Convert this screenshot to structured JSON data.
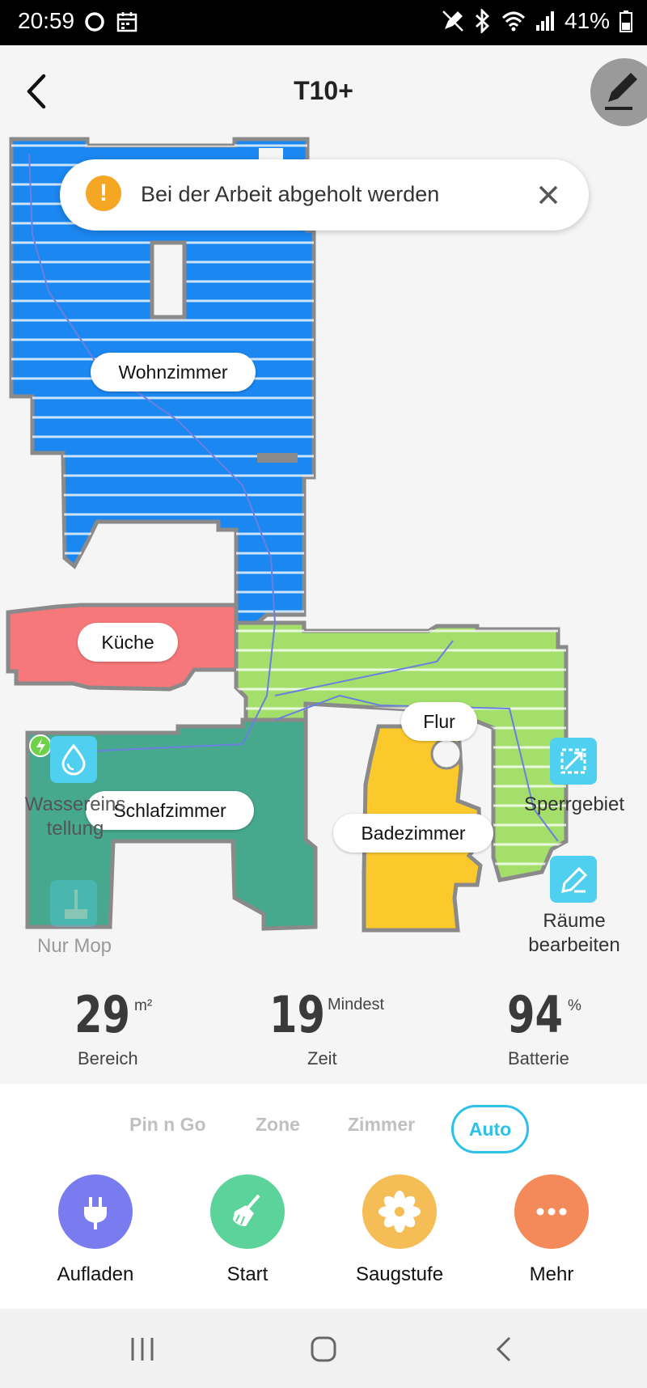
{
  "status_bar": {
    "time": "20:59",
    "battery_pct": "41%"
  },
  "header": {
    "title": "T10+"
  },
  "toast": {
    "message": "Bei der Arbeit abgeholt werden"
  },
  "rooms": [
    {
      "name": "Wohnzimmer",
      "color": "#1b87f0"
    },
    {
      "name": "Küche",
      "color": "#f7787a"
    },
    {
      "name": "Flur",
      "color": "#a3df6a"
    },
    {
      "name": "Schlafzimmer",
      "color": "#46a88d"
    },
    {
      "name": "Badezimmer",
      "color": "#fbc92c"
    }
  ],
  "side_controls": {
    "water": "Wassereinstellung",
    "water_line1": "Wassereins",
    "water_line2": "tellung",
    "mop_only": "Nur Mop",
    "no_go": "Sperrgebiet",
    "edit_rooms_line1": "Räume",
    "edit_rooms_line2": "bearbeiten"
  },
  "stats": {
    "area": {
      "value": "29",
      "unit": "m²",
      "label": "Bereich"
    },
    "time": {
      "value": "19",
      "unit": "Mindest",
      "label": "Zeit"
    },
    "battery": {
      "value": "94",
      "unit": "%",
      "label": "Batterie"
    }
  },
  "modes": [
    {
      "label": "Pin n Go",
      "active": false
    },
    {
      "label": "Zone",
      "active": false
    },
    {
      "label": "Zimmer",
      "active": false
    },
    {
      "label": "Auto",
      "active": true
    }
  ],
  "actions": [
    {
      "label": "Aufladen",
      "color": "#7a7bef",
      "icon": "plug-icon"
    },
    {
      "label": "Start",
      "color": "#5cd39a",
      "icon": "broom-icon"
    },
    {
      "label": "Saugstufe",
      "color": "#f5bd55",
      "icon": "fan-icon"
    },
    {
      "label": "Mehr",
      "color": "#f48a5a",
      "icon": "more-icon"
    }
  ]
}
